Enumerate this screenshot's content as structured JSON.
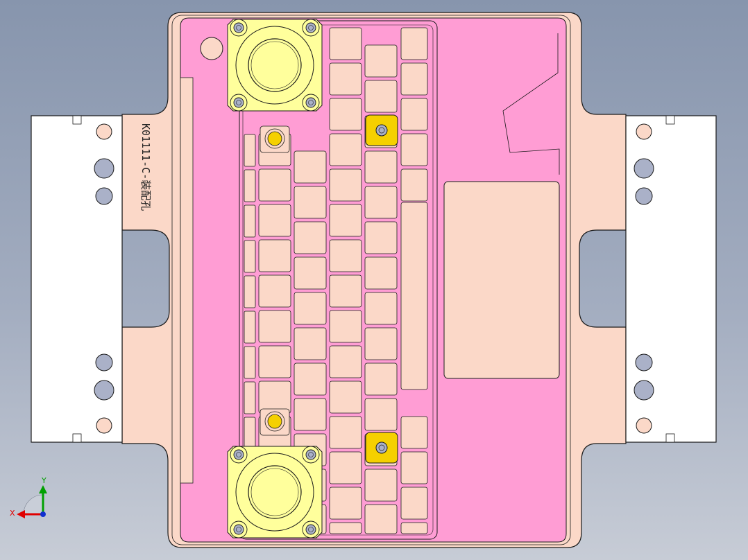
{
  "view": {
    "engraving": "K01111-C-装配孔",
    "axis": {
      "x_label": "X",
      "y_label": "Y"
    }
  },
  "colors": {
    "background_top": "#8795ad",
    "background_bottom": "#c7ccd6",
    "base_plate": "#fbd8c8",
    "side_block": "#ffffff",
    "pink_plate": "#ff9dd4",
    "cavity_cell": "#fbd8c8",
    "rotary_flange": "#ffff9c",
    "locating_pin": "#f5d000",
    "steel_bolt": "#aab1c8",
    "outline": "#1a1a1a"
  }
}
